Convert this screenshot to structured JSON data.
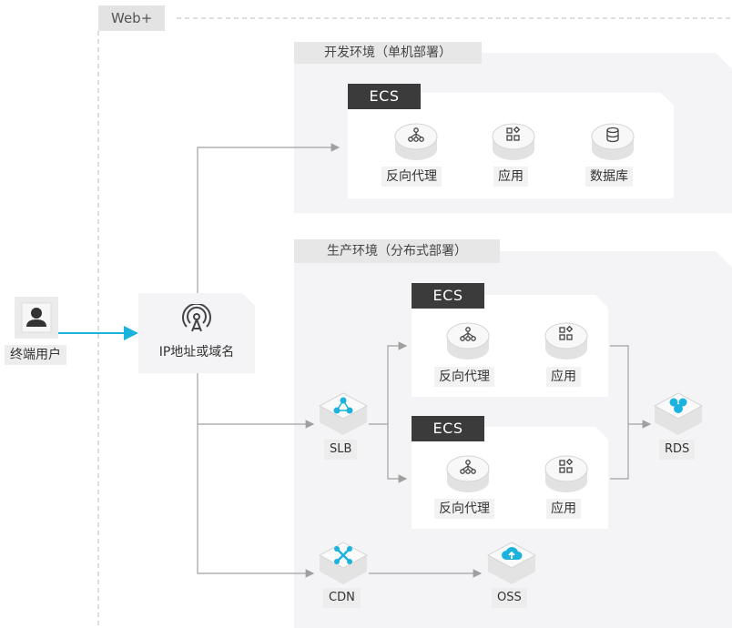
{
  "title": "Web+",
  "user": {
    "label": "终端用户"
  },
  "entry": {
    "label": "IP地址或域名"
  },
  "dev_env": {
    "title": "开发环境（单机部署）",
    "ecs": "ECS",
    "components": [
      "反向代理",
      "应用",
      "数据库"
    ]
  },
  "prod_env": {
    "title": "生产环境（分布式部署）",
    "ecs_groups": [
      {
        "ecs": "ECS",
        "components": [
          "反向代理",
          "应用"
        ]
      },
      {
        "ecs": "ECS",
        "components": [
          "反向代理",
          "应用"
        ]
      }
    ],
    "slb": "SLB",
    "rds": "RDS",
    "cdn": "CDN",
    "oss": "OSS"
  },
  "colors": {
    "accent": "#1bb3dd",
    "dark_tag": "#3b3b3b",
    "line": "#a0a0a0"
  },
  "icons": {
    "user": "user-icon",
    "entry": "antenna-icon",
    "proxy": "network-tree-icon",
    "app": "app-grid-icon",
    "db": "database-icon",
    "slb": "slb-icon",
    "rds": "rds-icon",
    "cdn": "cdn-icon",
    "oss": "cloud-upload-icon"
  }
}
